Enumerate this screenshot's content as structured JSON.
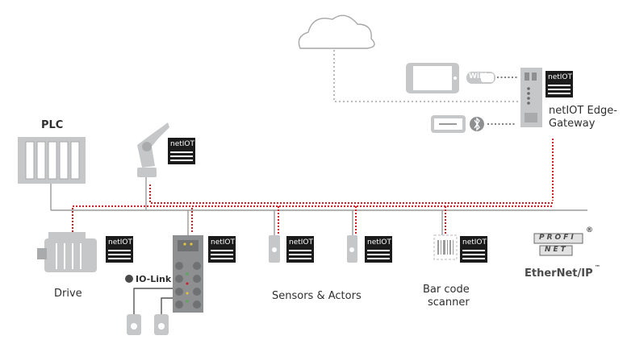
{
  "labels": {
    "plc": "PLC",
    "gateway_line1": "netIOT Edge-",
    "gateway_line2": "Gateway",
    "drive": "Drive",
    "sensors_actors": "Sensors & Actors",
    "barcode_line1": "Bar code",
    "barcode_line2": "scanner",
    "io_link": "IO-Link"
  },
  "badge_text": "netIOT",
  "wifi_text": "WiFi",
  "protocols": {
    "profi_top": "PROFI",
    "profi_bottom": "NET",
    "profi_mark": "®",
    "ethernet_ip": "EtherNet/IP",
    "ethernet_ip_mark": "™"
  },
  "colors": {
    "device_gray": "#bfc1c3",
    "line_gray": "#9a9a9a",
    "red_dotted": "#d21f26",
    "badge_black": "#1b1b1b"
  },
  "icons": [
    "cloud-icon",
    "tablet-icon",
    "wifi-icon",
    "bluetooth-icon",
    "handheld-device-icon",
    "gateway-device-icon",
    "plc-icon",
    "robot-arm-icon",
    "motor-drive-icon",
    "io-link-module-icon",
    "sensor-icon",
    "barcode-scanner-icon"
  ]
}
